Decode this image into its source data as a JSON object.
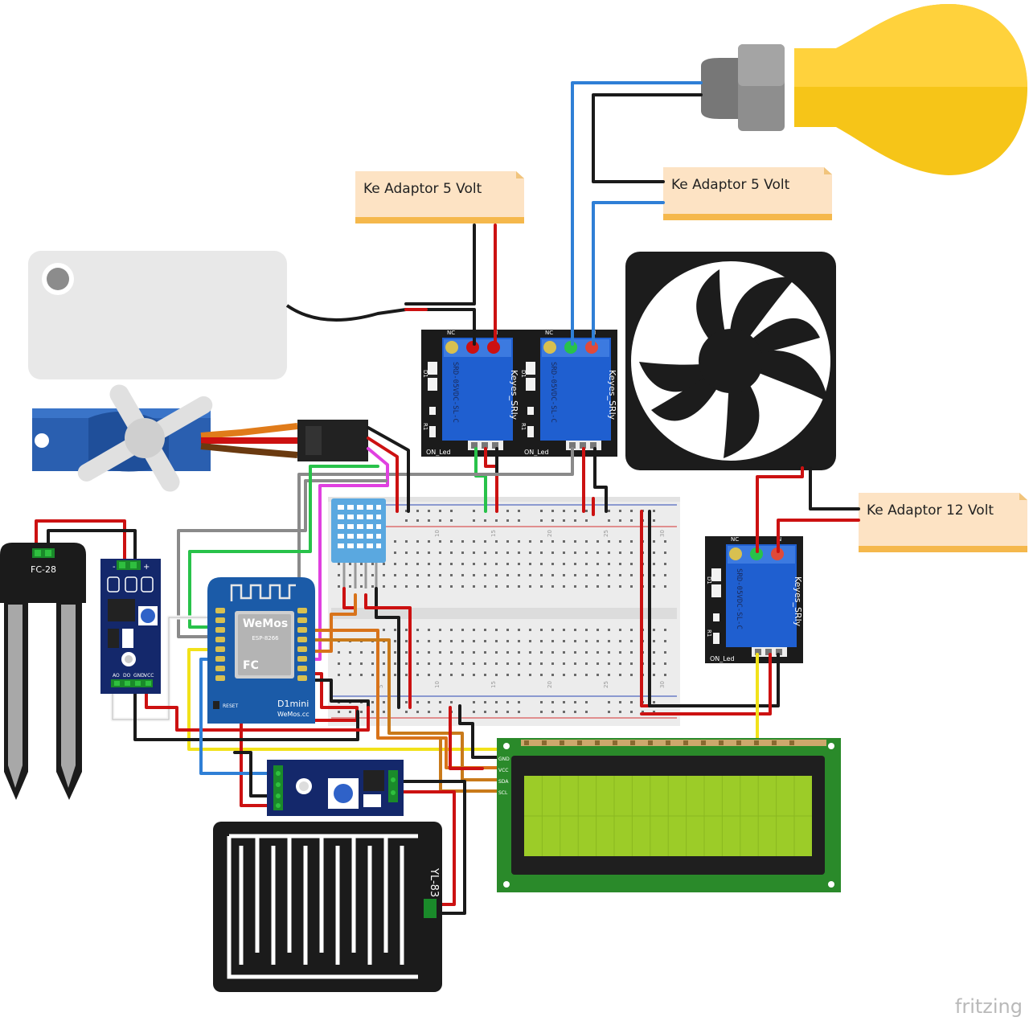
{
  "notes": {
    "adaptor_5v_left": "Ke Adaptor 5 Volt",
    "adaptor_5v_right": "Ke Adaptor 5 Volt",
    "adaptor_12v": "Ke Adaptor 12 Volt"
  },
  "components": {
    "soil_sensor_label": "FC-28",
    "rain_sensor_label": "YL-83",
    "relay_brand": "Keyes_SRly",
    "relay_model": "SRD-05VDC-SL-C",
    "relay_nc": "NC",
    "relay_no": "N",
    "relay_on_led": "ON_Led",
    "relay_s": "S",
    "d1_label": "D1",
    "r1_label": "R1",
    "wemos_brand": "WeMos",
    "wemos_model": "ESP-8266",
    "wemos_board": "D1mini",
    "wemos_site": "WeMos.cc",
    "wemos_reset": "RESET",
    "lcd_pins": [
      "GND",
      "VCC",
      "SDA",
      "SCL"
    ],
    "sensor_pins": [
      "AO",
      "DO",
      "GND",
      "VCC"
    ],
    "breadboard_cols": [
      "5",
      "10",
      "15",
      "20",
      "25",
      "30"
    ]
  },
  "watermark": "fritzing",
  "colors": {
    "wire_red": "#cc1111",
    "wire_black": "#1a1a1a",
    "wire_blue": "#2f7fd6",
    "wire_green": "#28c24a",
    "wire_yellow": "#f2e21a",
    "wire_orange": "#d8731a",
    "wire_gray": "#8a8a8a",
    "wire_magenta": "#e040e0",
    "wire_white": "#f4f4f4",
    "bulb_yellow": "#f6c518",
    "relay_blue": "#1f5fd0",
    "board_navy": "#14286b",
    "lcd_green": "#2a8a2a",
    "lcd_screen": "#9ccc28"
  }
}
